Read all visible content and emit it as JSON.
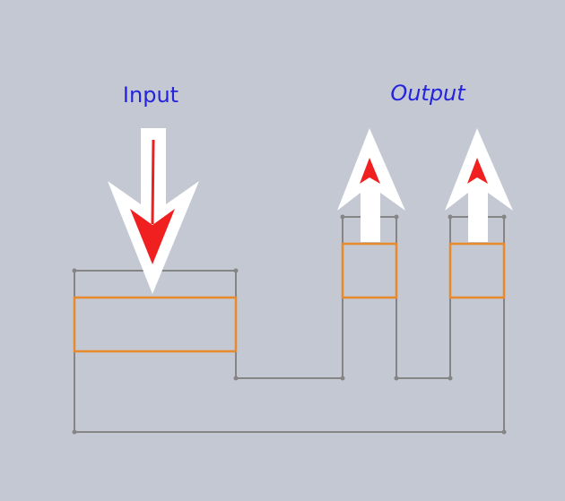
{
  "labels": {
    "input": "Input",
    "output": "Output"
  },
  "colors": {
    "background": "#c4c8d2",
    "outline": "#858585",
    "highlight": "#e8892c",
    "arrow_fill": "#ffffff",
    "arrow_accent": "#f02020",
    "label": "#2424dc"
  },
  "arrows": [
    {
      "name": "input-arrow",
      "direction": "down"
    },
    {
      "name": "output-arrow-1",
      "direction": "up"
    },
    {
      "name": "output-arrow-2",
      "direction": "up"
    }
  ]
}
